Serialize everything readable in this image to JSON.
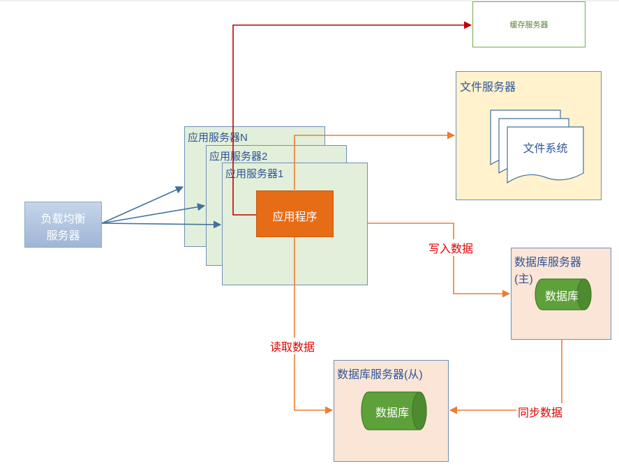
{
  "load_balancer": {
    "line1": "负载均衡",
    "line2": "服务器"
  },
  "app_servers": {
    "n": "应用服务器N",
    "two": "应用服务器2",
    "one": "应用服务器1"
  },
  "app": {
    "label": "应用程序"
  },
  "cache": {
    "label": "缓存服务器"
  },
  "file_server": {
    "title": "文件服务器",
    "fs_label": "文件系统"
  },
  "db_master": {
    "title_line1": "数据库服务器",
    "title_line2": "(主)",
    "db_label": "数据库"
  },
  "db_slave": {
    "title": "数据库服务器(从)",
    "db_label": "数据库"
  },
  "edges": {
    "write": "写入数据",
    "read": "读取数据",
    "sync": "同步数据"
  },
  "colors": {
    "red_line": "#c00000",
    "orange_line": "#ed7d31",
    "blue_line": "#41719c",
    "app_fill": "#e66c16",
    "db_fill": "#5ea03a",
    "cache_border": "#70ad47"
  }
}
